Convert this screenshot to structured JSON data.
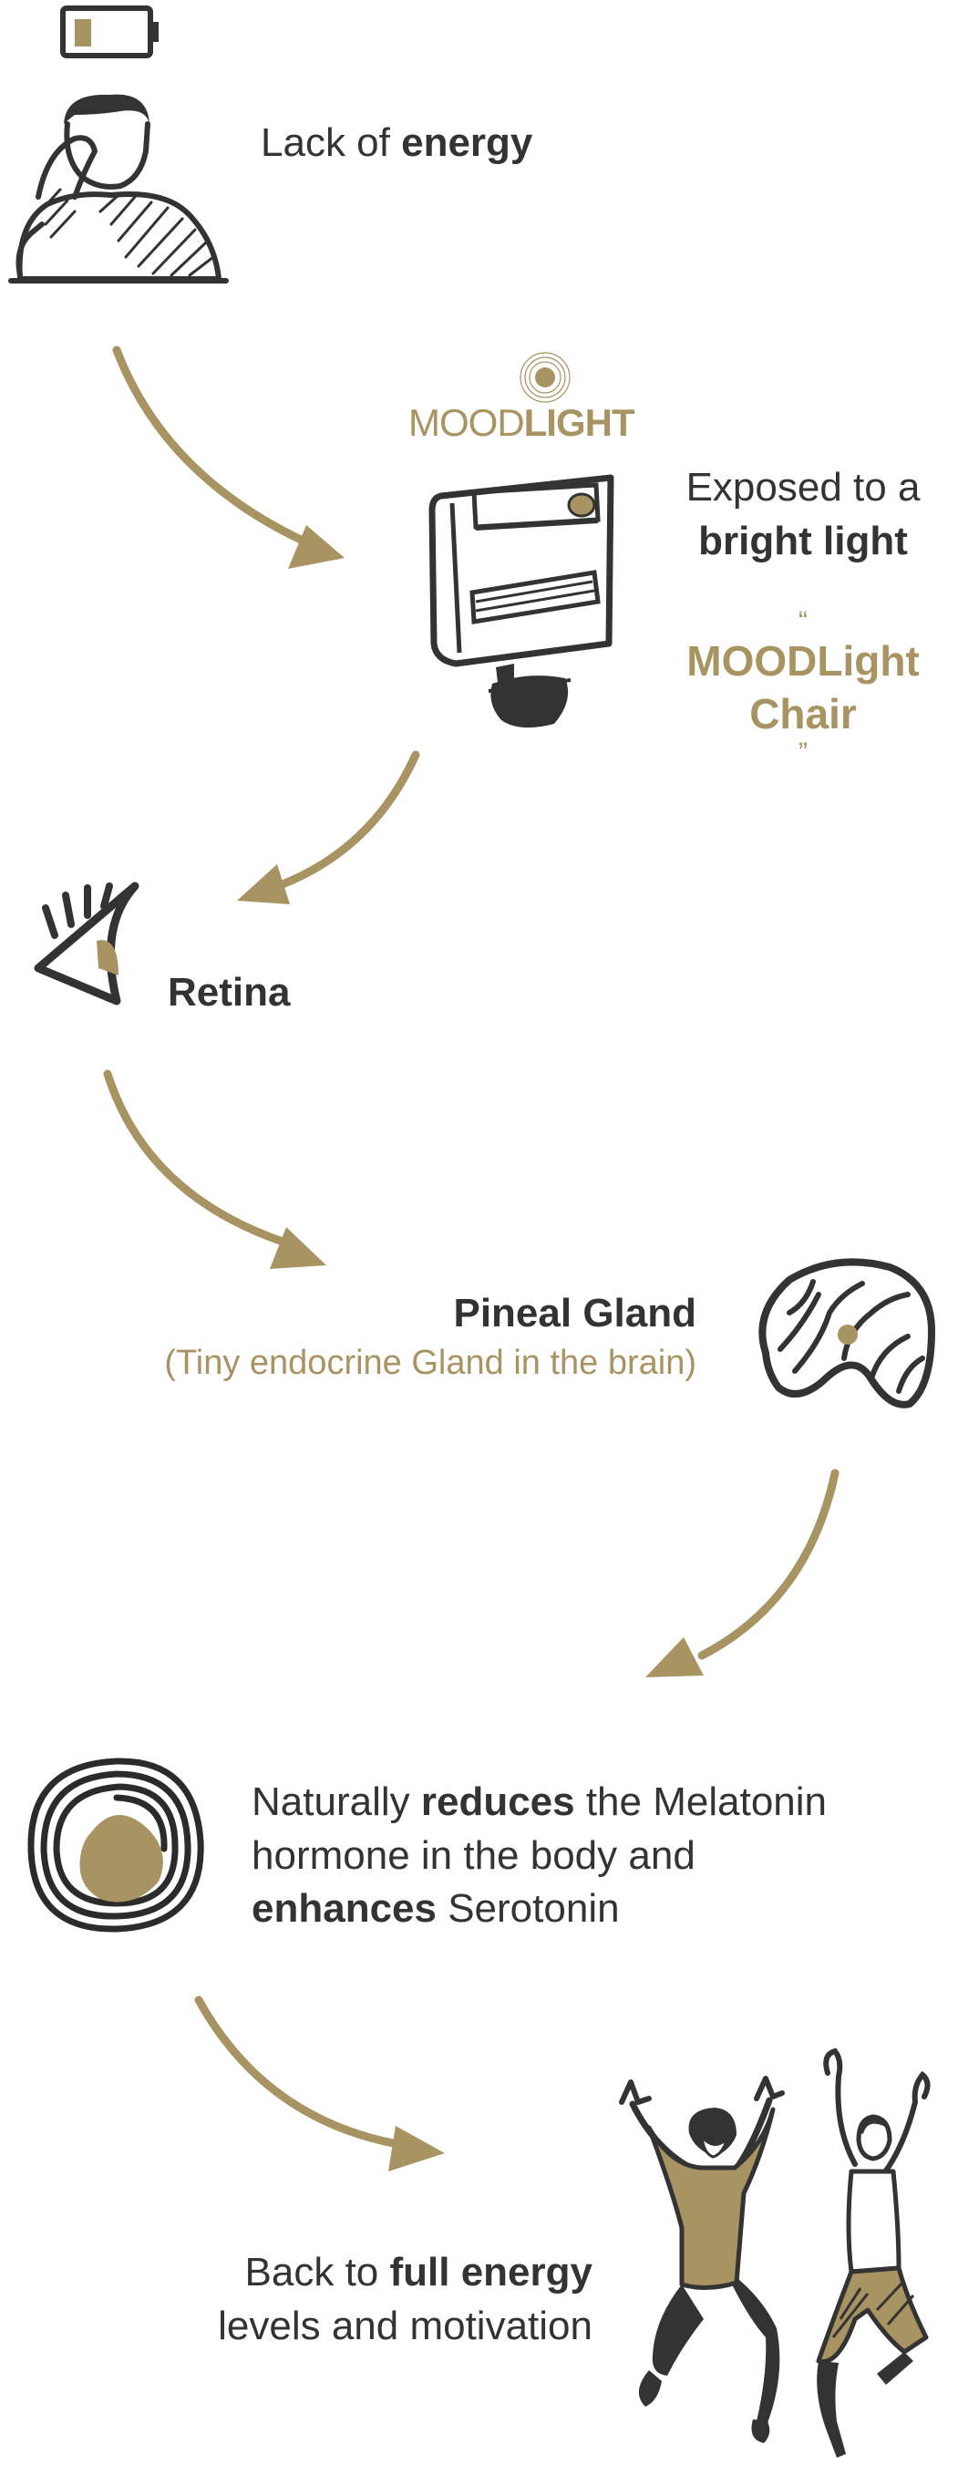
{
  "colors": {
    "accent_gold": "#a89462",
    "ink": "#333333",
    "background": "#ffffff"
  },
  "steps": {
    "energy_low": {
      "icon": "low-battery-icon",
      "figure": "tired-person-illustration",
      "text_pre": "Lack of ",
      "text_bold": "energy"
    },
    "light": {
      "logo_regular": "MOOD",
      "logo_bold": "LIGHT",
      "logo_icon": "sun-rays-icon",
      "figure": "light-chair-illustration",
      "line1": "Exposed to a",
      "line2_bold": "bright light",
      "open_quote": "“",
      "quote_line1": "MOODLight",
      "quote_line2": "Chair",
      "close_quote": "”"
    },
    "retina": {
      "icon": "eye-icon",
      "label": "Retina"
    },
    "pineal": {
      "icon": "brain-icon",
      "title": "Pineal Gland",
      "subtitle": "(Tiny endocrine Gland in the brain)"
    },
    "hormone": {
      "icon": "scribble-circle-icon",
      "t1": "Naturally ",
      "t1_bold": "reduces",
      "t1_rest": " the Melatonin",
      "t2": "hormone in the body and",
      "t3_bold": "enhances",
      "t3_rest": " Serotonin"
    },
    "energy_full": {
      "figure": "jumping-people-illustration",
      "line1_pre": "Back to ",
      "line1_bold": "full energy",
      "line2": "levels and motivation"
    }
  }
}
